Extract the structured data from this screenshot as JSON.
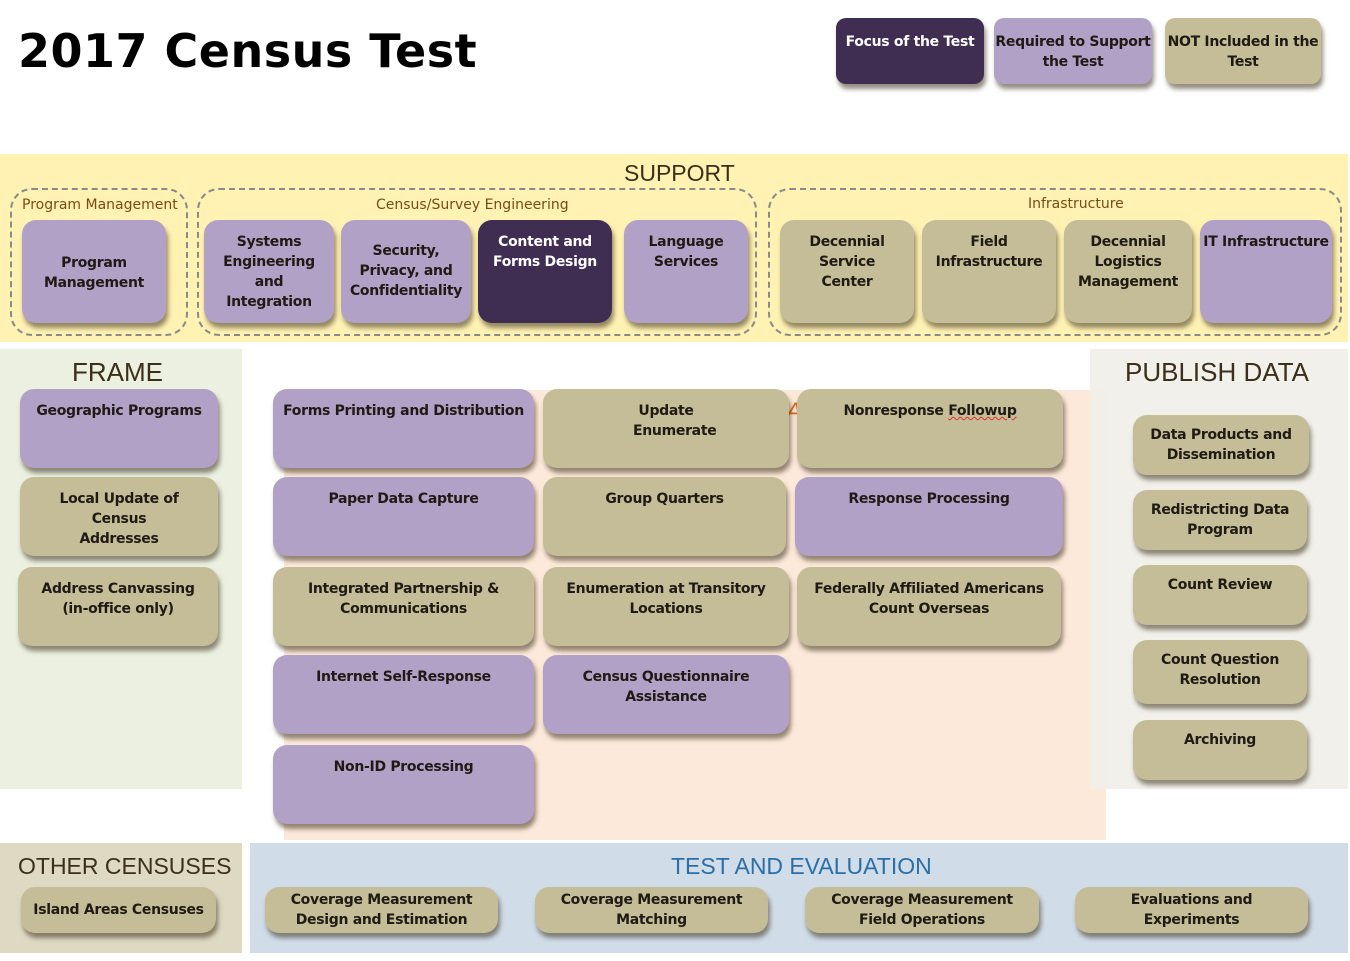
{
  "title": "2017 Census Test",
  "legend": {
    "focus": "Focus of the Test",
    "required": "Required to Support the Test",
    "not_included": "NOT Included in the Test"
  },
  "colors": {
    "focus": "#3f2d52",
    "required": "#b2a1c7",
    "not_included": "#c4bd97",
    "support_panel": "#fff2b3",
    "frame_panel": "#ebf0e0",
    "operations_panel": "#fde9d9",
    "publish_panel": "#f0efe8",
    "other_panel": "#ddd9c3",
    "test_panel": "#d0dce8"
  },
  "support": {
    "title": "SUPPORT",
    "groups": {
      "program_management": {
        "label": "Program Management",
        "items": [
          {
            "label": "Program Management",
            "status": "required"
          }
        ]
      },
      "census_survey_engineering": {
        "label": "Census/Survey Engineering",
        "items": [
          {
            "label": "Systems Engineering and Integration",
            "status": "required"
          },
          {
            "label": "Security, Privacy, and Confidentiality",
            "status": "required"
          },
          {
            "label": "Content and Forms Design",
            "status": "focus"
          },
          {
            "label": "Language Services",
            "status": "required"
          }
        ]
      },
      "infrastructure": {
        "label": "Infrastructure",
        "items": [
          {
            "label": "Decennial Service Center",
            "status": "not_included"
          },
          {
            "label": "Field Infrastructure",
            "status": "not_included"
          },
          {
            "label": "Decennial Logistics Management",
            "status": "not_included"
          },
          {
            "label": "IT Infrastructure",
            "status": "required"
          }
        ]
      }
    }
  },
  "frame": {
    "title": "FRAME",
    "items": [
      {
        "label": "Geographic Programs",
        "status": "required"
      },
      {
        "label": "Local Update of Census Addresses",
        "status": "not_included"
      },
      {
        "label": "Address Canvassing (in-office only)",
        "status": "not_included"
      }
    ]
  },
  "operations": {
    "stray_glyph": "A",
    "items": [
      {
        "label": "Forms Printing and Distribution",
        "status": "required"
      },
      {
        "label": "Update Enumerate",
        "status": "not_included"
      },
      {
        "label": "Nonresponse Followup",
        "status": "not_included"
      },
      {
        "label": "Paper Data Capture",
        "status": "required"
      },
      {
        "label": "Group Quarters",
        "status": "not_included"
      },
      {
        "label": "Response Processing",
        "status": "required"
      },
      {
        "label": "Integrated Partnership & Communications",
        "status": "not_included"
      },
      {
        "label": "Enumeration at Transitory Locations",
        "status": "not_included"
      },
      {
        "label": "Federally Affiliated Americans Count Overseas",
        "status": "not_included"
      },
      {
        "label": "Internet Self-Response",
        "status": "required"
      },
      {
        "label": "Census Questionnaire Assistance",
        "status": "required"
      },
      {
        "label": "Non-ID Processing",
        "status": "required"
      }
    ]
  },
  "publish": {
    "title": "PUBLISH DATA",
    "items": [
      {
        "label": "Data Products and Dissemination",
        "status": "not_included"
      },
      {
        "label": "Redistricting Data Program",
        "status": "not_included"
      },
      {
        "label": "Count Review",
        "status": "not_included"
      },
      {
        "label": "Count Question Resolution",
        "status": "not_included"
      },
      {
        "label": "Archiving",
        "status": "not_included"
      }
    ]
  },
  "other_censuses": {
    "title": "OTHER  CENSUSES",
    "items": [
      {
        "label": "Island  Areas Censuses",
        "status": "not_included"
      }
    ]
  },
  "test_evaluation": {
    "title": "TEST AND  EVALUATION",
    "items": [
      {
        "label": "Coverage Measurement Design and Estimation",
        "status": "not_included"
      },
      {
        "label": "Coverage Measurement Matching",
        "status": "not_included"
      },
      {
        "label": "Coverage Measurement Field Operations",
        "status": "not_included"
      },
      {
        "label": "Evaluations and Experiments",
        "status": "not_included"
      }
    ]
  }
}
